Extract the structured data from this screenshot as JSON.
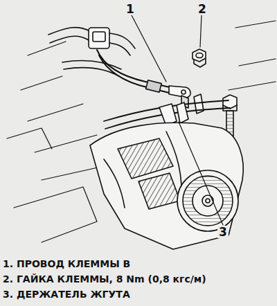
{
  "diagram": {
    "labels": [
      "1",
      "2",
      "3",
      "1. ПРОВОД КЛЕММЫ В",
      "2. ГАЙКА КЛЕММЫ, 8 Nm (0,8 кгс/м)",
      "3. ДЕРЖАТЕЛЬ ЖГУТА"
    ]
  }
}
